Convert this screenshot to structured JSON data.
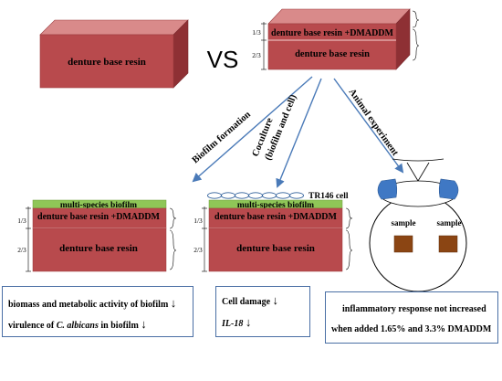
{
  "top": {
    "left_block_label": "denture base resin",
    "vs_label": "VS",
    "right_block_top_label": "denture base resin +DMADDM",
    "right_block_bottom_label": "denture base resin",
    "fraction_top": "1/3",
    "fraction_bottom": "2/3"
  },
  "arrows": {
    "left_label": "Biofilm formation",
    "middle_label_line1": "Coculture",
    "middle_label_line2": "(biofilm and cell)",
    "right_label": "Animal experiment"
  },
  "panel_left": {
    "biofilm_label": "multi-species biofilm",
    "top_label": "denture base resin +DMADDM",
    "bottom_label": "denture base resin",
    "fraction_top": "1/3",
    "fraction_bottom": "2/3"
  },
  "panel_mid": {
    "cell_label": "TR146 cell",
    "biofilm_label": "multi-species biofilm",
    "top_label": "denture base resin +DMADDM",
    "bottom_label": "denture base resin",
    "fraction_top": "1/3",
    "fraction_bottom": "2/3"
  },
  "panel_right": {
    "sample_left": "sample",
    "sample_right": "sample"
  },
  "results": {
    "left_line1": "biomass and metabolic activity of biofilm",
    "left_line2_pre": "virulence of ",
    "left_line2_italic": "C. albicans",
    "left_line2_post": " in biofilm",
    "mid_line1": "Cell damage",
    "mid_line2": "IL-18",
    "right_line1": "inflammatory response not increased",
    "right_line2": "when added 1.65% and 3.3% DMADDM"
  },
  "colors": {
    "resin_front": "#b84a4d",
    "resin_top": "#d98a8a",
    "resin_side": "#8e3034",
    "biofilm": "#8fc657",
    "ear": "#3f78c4",
    "sample": "#8b4513",
    "arrow": "#4a7ab8",
    "box_border": "#4a6fa5"
  }
}
